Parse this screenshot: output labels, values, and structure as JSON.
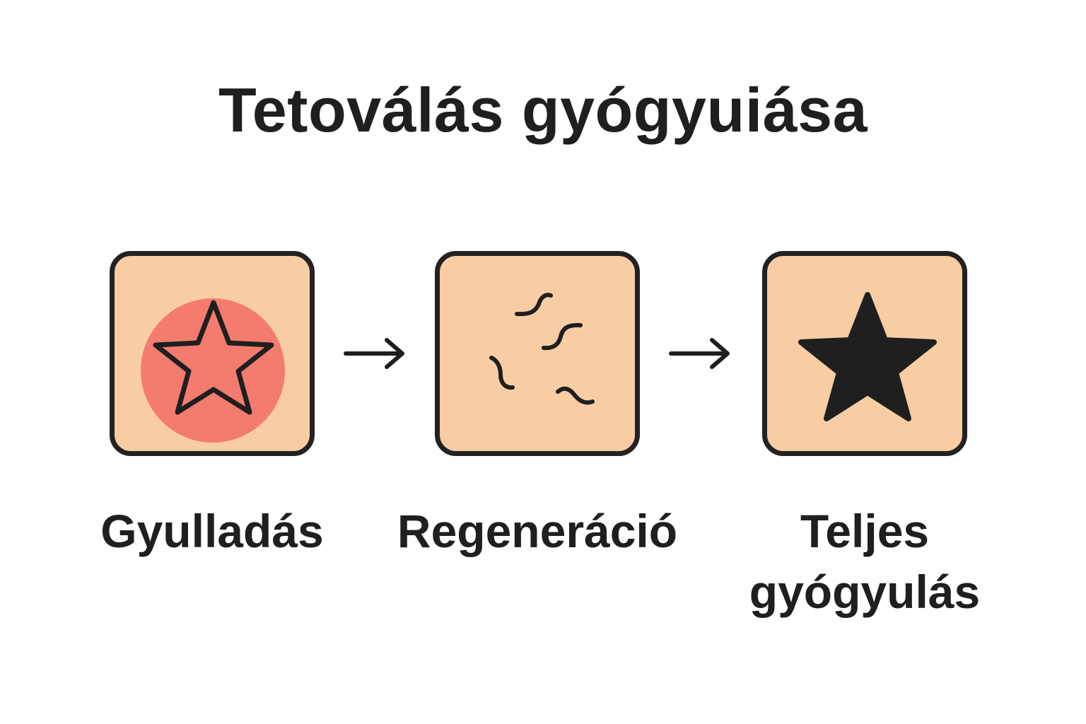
{
  "title": "Tetoválás gyógyuiása",
  "colors": {
    "background": "#ffffff",
    "box_fill": "#f9cda4",
    "box_border": "#222222",
    "inflammation_circle": "#f47c6e",
    "text": "#1f1f1f"
  },
  "stages": [
    {
      "label": "Gyulladás",
      "icon": "outlined-star-on-red-circle-icon"
    },
    {
      "label": "Regeneráció",
      "icon": "skin-flakes-icon"
    },
    {
      "label": "Teljes gyógyulás",
      "icon": "filled-star-icon"
    }
  ],
  "connectors": [
    {
      "icon": "arrow-right-icon"
    },
    {
      "icon": "arrow-right-icon"
    }
  ]
}
